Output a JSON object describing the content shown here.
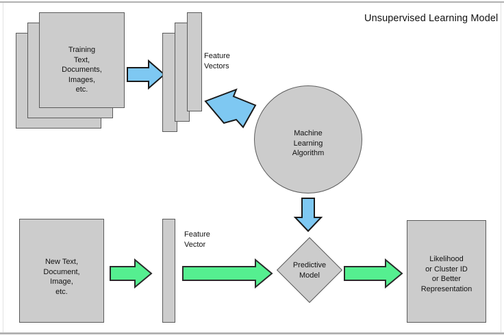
{
  "diagram": {
    "title": "Unsupervised Learning Model",
    "colors": {
      "node_fill": "#cccccc",
      "node_stroke": "#5a5a5a",
      "blue_arrow_fill": "#7ec8f2",
      "blue_arrow_stroke": "#1a1a1a",
      "green_arrow_fill": "#55ef90",
      "green_arrow_stroke": "#2a2a2a",
      "background": "#ffffff"
    },
    "nodes": {
      "training_documents": "Training\nText,\nDocuments,\nImages,\netc.",
      "feature_vectors_label": "Feature\nVectors",
      "ml_algorithm": "Machine\nLearning\nAlgorithm",
      "new_input": "New Text,\nDocument,\nImage,\netc.",
      "feature_vector_label": "Feature\nVector",
      "predictive_model": "Predictive\nModel",
      "output": "Likelihood\nor Cluster ID\nor Better\nRepresentation"
    },
    "arrows": [
      {
        "name": "training-to-feature-vectors",
        "color": "blue",
        "direction": "right"
      },
      {
        "name": "feature-vectors-to-algorithm",
        "color": "blue",
        "direction": "down-right"
      },
      {
        "name": "algorithm-to-predictive-model",
        "color": "blue",
        "direction": "down"
      },
      {
        "name": "new-input-to-feature-vector",
        "color": "green",
        "direction": "right"
      },
      {
        "name": "feature-vector-to-predictive-model",
        "color": "green",
        "direction": "right"
      },
      {
        "name": "predictive-model-to-output",
        "color": "green",
        "direction": "right"
      }
    ]
  }
}
